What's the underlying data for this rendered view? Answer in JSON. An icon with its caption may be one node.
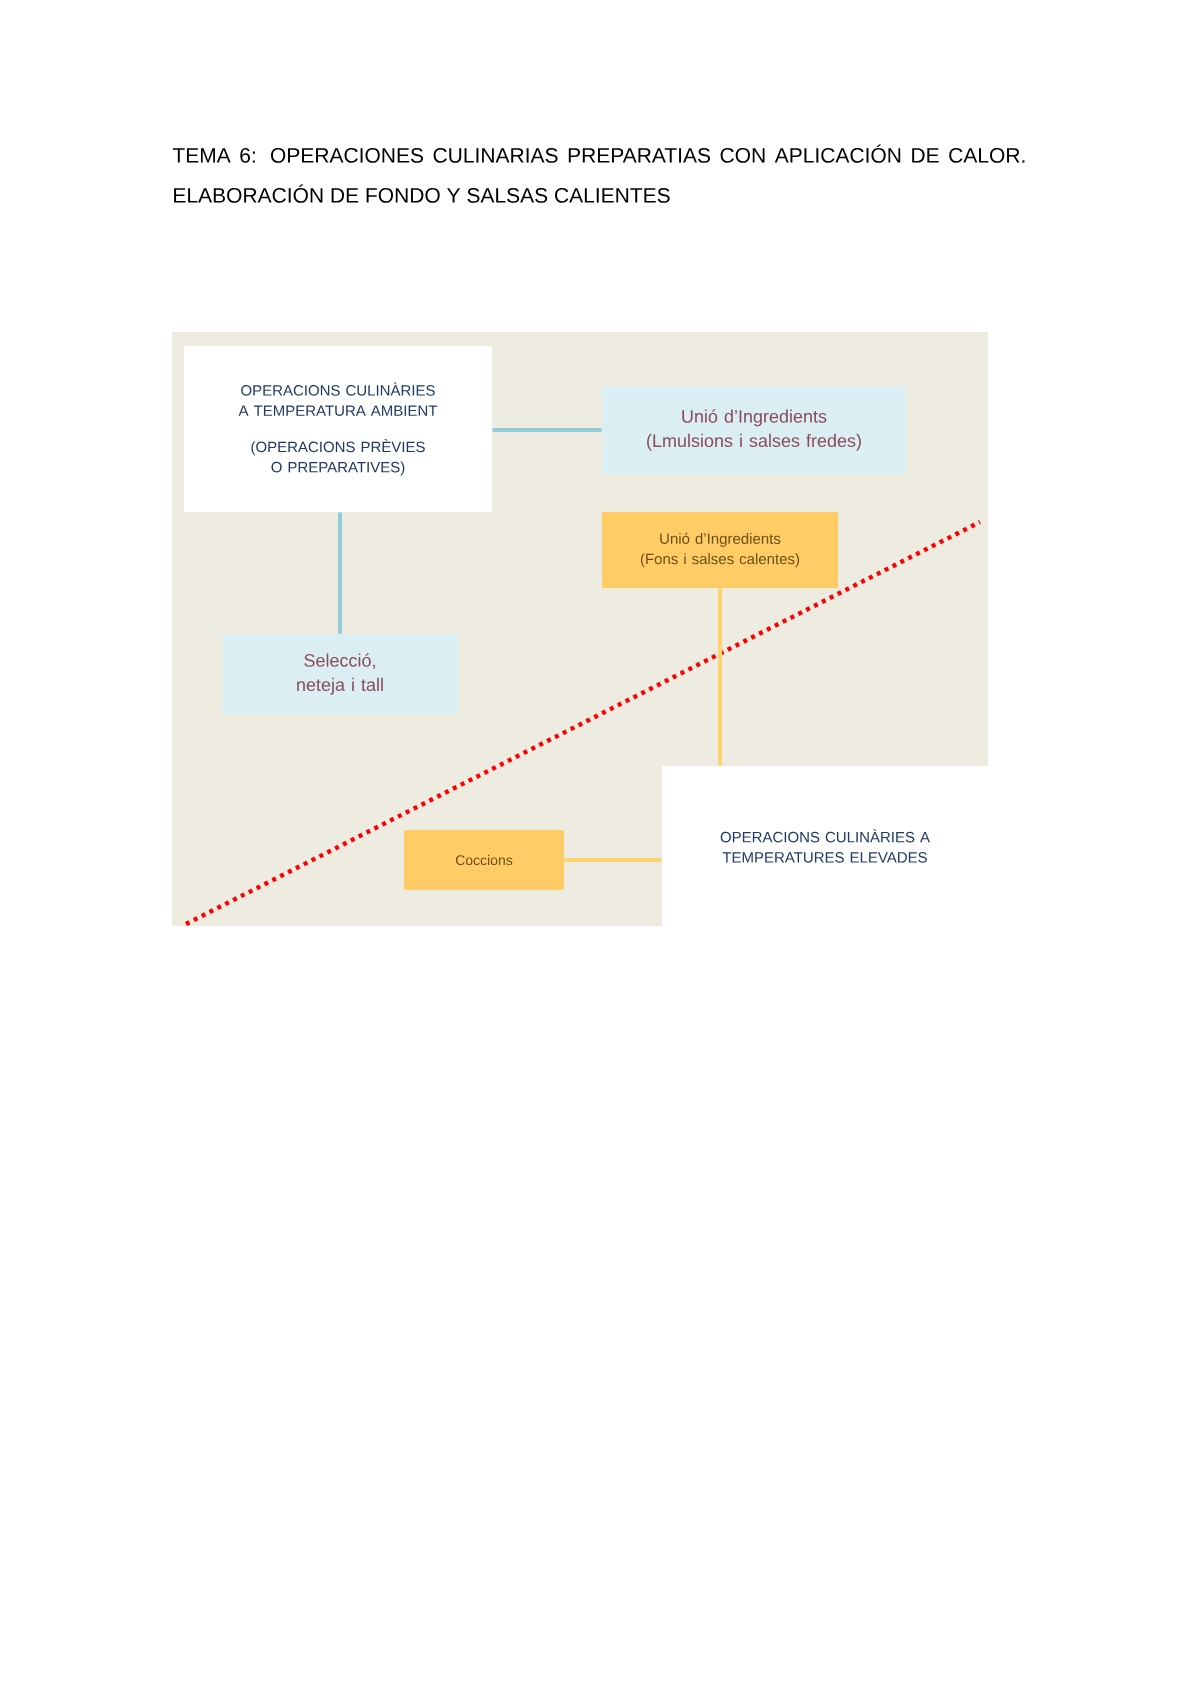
{
  "diagram": {
    "title": "TEMA 6: OPERACIONES CULINARIAS PREPARATIAS CON APLICACIÓN DE CALOR. ELABORACIÓN DE FONDO Y SALSAS CALIENTES",
    "nodes": [
      {
        "text": [
          "OPERACIONS CULINÀRIES A TEMPERATURA AMBIENT",
          "(OPERACIONS PRÈVIES O PREPARATIVES)"
        ]
      },
      {
        "text": [
          "Unió d’Ingredients (Lmulsions i salses fredes)"
        ]
      },
      {
        "text": [
          "Unió d’Ingredients (Fons i salses calentes)"
        ]
      },
      {
        "text": [
          "Selecció, neteja i tall"
        ]
      },
      {
        "text": [
          "Coccions"
        ]
      },
      {
        "text": [
          "OPERACIONS CULINÀRIES A TEMPERATURES ELEVADES"
        ]
      }
    ],
    "edges": [
      {
        "from": 0,
        "to": 1,
        "arrow": "none",
        "color": "#92cddc"
      },
      {
        "from": 0,
        "to": 3,
        "arrow": "none",
        "color": "#92cddc"
      },
      {
        "from": 2,
        "to": 5,
        "arrow": "none",
        "color": "#ffd36b"
      },
      {
        "from": 4,
        "to": 5,
        "arrow": "none",
        "color": "#ffd36b"
      }
    ]
  }
}
